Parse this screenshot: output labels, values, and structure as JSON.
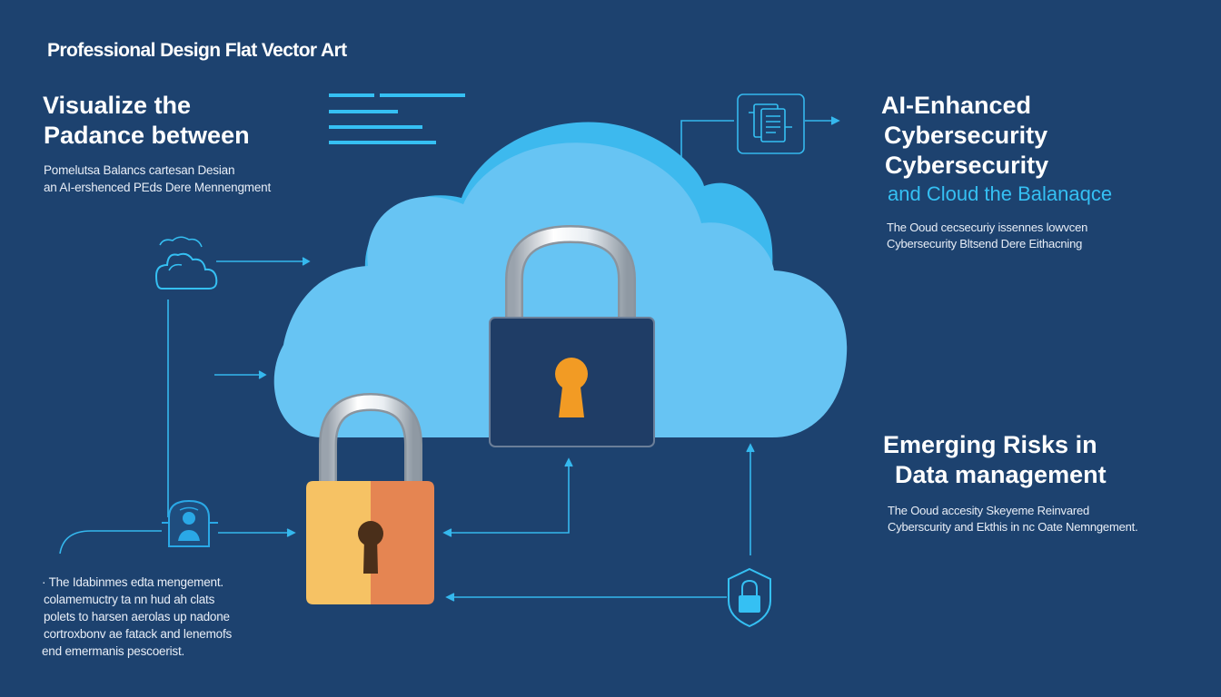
{
  "top_title": "Professional Design Flat Vector Art",
  "left_heading": {
    "line1": "Visualize  the",
    "line2": "Padance between"
  },
  "left_description": {
    "line1": "Pomelutsa Balancs cartesan Desian",
    "line2": "an AI-ershenced PEds Dere Mennengment"
  },
  "right_heading_1": {
    "line1": "AI-Enhanced",
    "line2": "Cybersecurity",
    "line3": "Cybersecurity",
    "line4": "and Cloud the Balanaqce"
  },
  "right_description_1": {
    "line1": "The Ooud cecsecuriy issennes lowvcen",
    "line2": "Cybersecurity Bltsend Dere Eithacning"
  },
  "right_heading_2": {
    "line1": "Emerging Risks in",
    "line2": "Data management"
  },
  "right_description_2": {
    "line1": "The Ooud accesity Skeyeme Reinvared",
    "line2": "Cyberscurity and Ekthis in nc Oate Nemngement."
  },
  "bottom_description": {
    "line1": "· The Idabinmes edta mengement.",
    "line2": "colamemuctry ta nn hud ah clats",
    "line3": "polets to harsen aerolas up nadone",
    "line4": "cortroxbonv ae fatack and lenemofs",
    "line5": "end emermanis pescoerist."
  },
  "colors": {
    "background": "#1d426f",
    "accent": "#35c0f3",
    "cloud_back": "#3db9ee",
    "cloud_front": "#67c4f3",
    "lock_gold": "#f6c264",
    "lock_orange": "#e58552",
    "keyhole_orange": "#f29b24",
    "lock_navy": "#1f3d66"
  },
  "icons": [
    "document-icon",
    "cloud-icon",
    "user-shield-icon",
    "shield-lock-icon",
    "padlock-icon"
  ]
}
